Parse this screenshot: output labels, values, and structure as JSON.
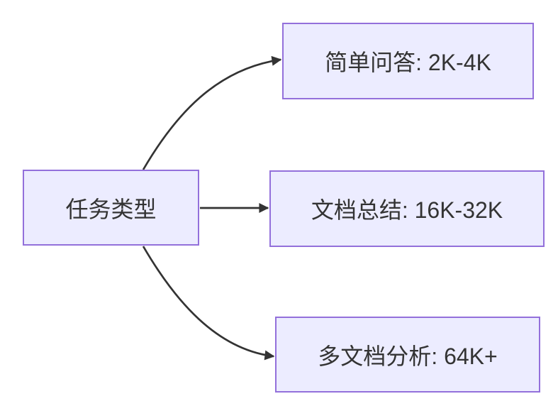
{
  "diagram": {
    "root": {
      "id": "task-type",
      "label": "任务类型"
    },
    "children": [
      {
        "id": "simple-qa",
        "label": "简单问答: 2K-4K"
      },
      {
        "id": "doc-summary",
        "label": "文档总结: 16K-32K"
      },
      {
        "id": "multi-doc",
        "label": "多文档分析: 64K+"
      }
    ],
    "edges": [
      {
        "from": "任务类型",
        "to": "简单问答: 2K-4K"
      },
      {
        "from": "任务类型",
        "to": "文档总结: 16K-32K"
      },
      {
        "from": "任务类型",
        "to": "多文档分析: 64K+"
      }
    ]
  },
  "colors": {
    "node_fill": "#ECECFF",
    "node_border": "#9370DB",
    "edge": "#333333",
    "text": "#333333",
    "background": "#FFFFFF"
  }
}
